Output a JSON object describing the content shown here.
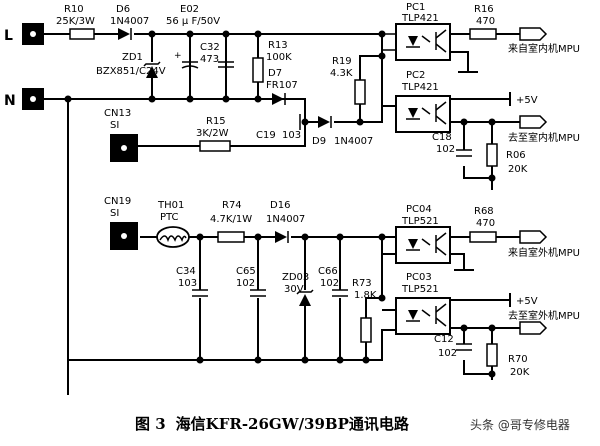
{
  "terminals": {
    "L": "L",
    "N": "N"
  },
  "components": {
    "R10": [
      "R10",
      "25K/3W"
    ],
    "D6": [
      "D6",
      "1N4007"
    ],
    "E02": [
      "E02",
      "56 μ F/50V"
    ],
    "ZD1": [
      "ZD1",
      "BZX851/C24V"
    ],
    "C32": [
      "C32",
      "473"
    ],
    "R13": [
      "R13",
      "100K"
    ],
    "D7": [
      "D7",
      "FR107"
    ],
    "R15": [
      "R15",
      "3K/2W"
    ],
    "C19": [
      "C19",
      "103"
    ],
    "D9": [
      "D9",
      "1N4007"
    ],
    "R19": [
      "R19",
      "4.3K"
    ],
    "PC1": [
      "PC1",
      "TLP421"
    ],
    "PC2": [
      "PC2",
      "TLP421"
    ],
    "R16": [
      "R16",
      "470"
    ],
    "C18": [
      "C18",
      "102"
    ],
    "R06": [
      "R06",
      "20K"
    ],
    "CN13": [
      "CN13",
      "SI"
    ],
    "CN19": [
      "CN19",
      "SI"
    ],
    "TH01": [
      "TH01",
      "PTC"
    ],
    "R74": [
      "R74",
      "4.7K/1W"
    ],
    "D16": [
      "D16",
      "1N4007"
    ],
    "C34": [
      "C34",
      "103"
    ],
    "C65": [
      "C65",
      "102"
    ],
    "ZD03": [
      "ZD03",
      "30V"
    ],
    "C66": [
      "C66",
      "102"
    ],
    "R73": [
      "R73",
      "1.8K"
    ],
    "PC04": [
      "PC04",
      "TLP521"
    ],
    "PC03": [
      "PC03",
      "TLP521"
    ],
    "R68": [
      "R68",
      "470"
    ],
    "C12": [
      "C12",
      "102"
    ],
    "R70": [
      "R70",
      "20K"
    ]
  },
  "signals": {
    "from_indoor": "来自室内机MPU",
    "to_indoor": "去至室内机MPU",
    "from_outdoor": "来自室外机MPU",
    "to_outdoor": "去至室外机MPU",
    "vcc1": "+5V",
    "vcc2": "+5V"
  },
  "caption": {
    "figure": "图 3",
    "title": "海信KFR-26GW/39BP通讯电路"
  },
  "watermark": "头条 @哥专修电器"
}
